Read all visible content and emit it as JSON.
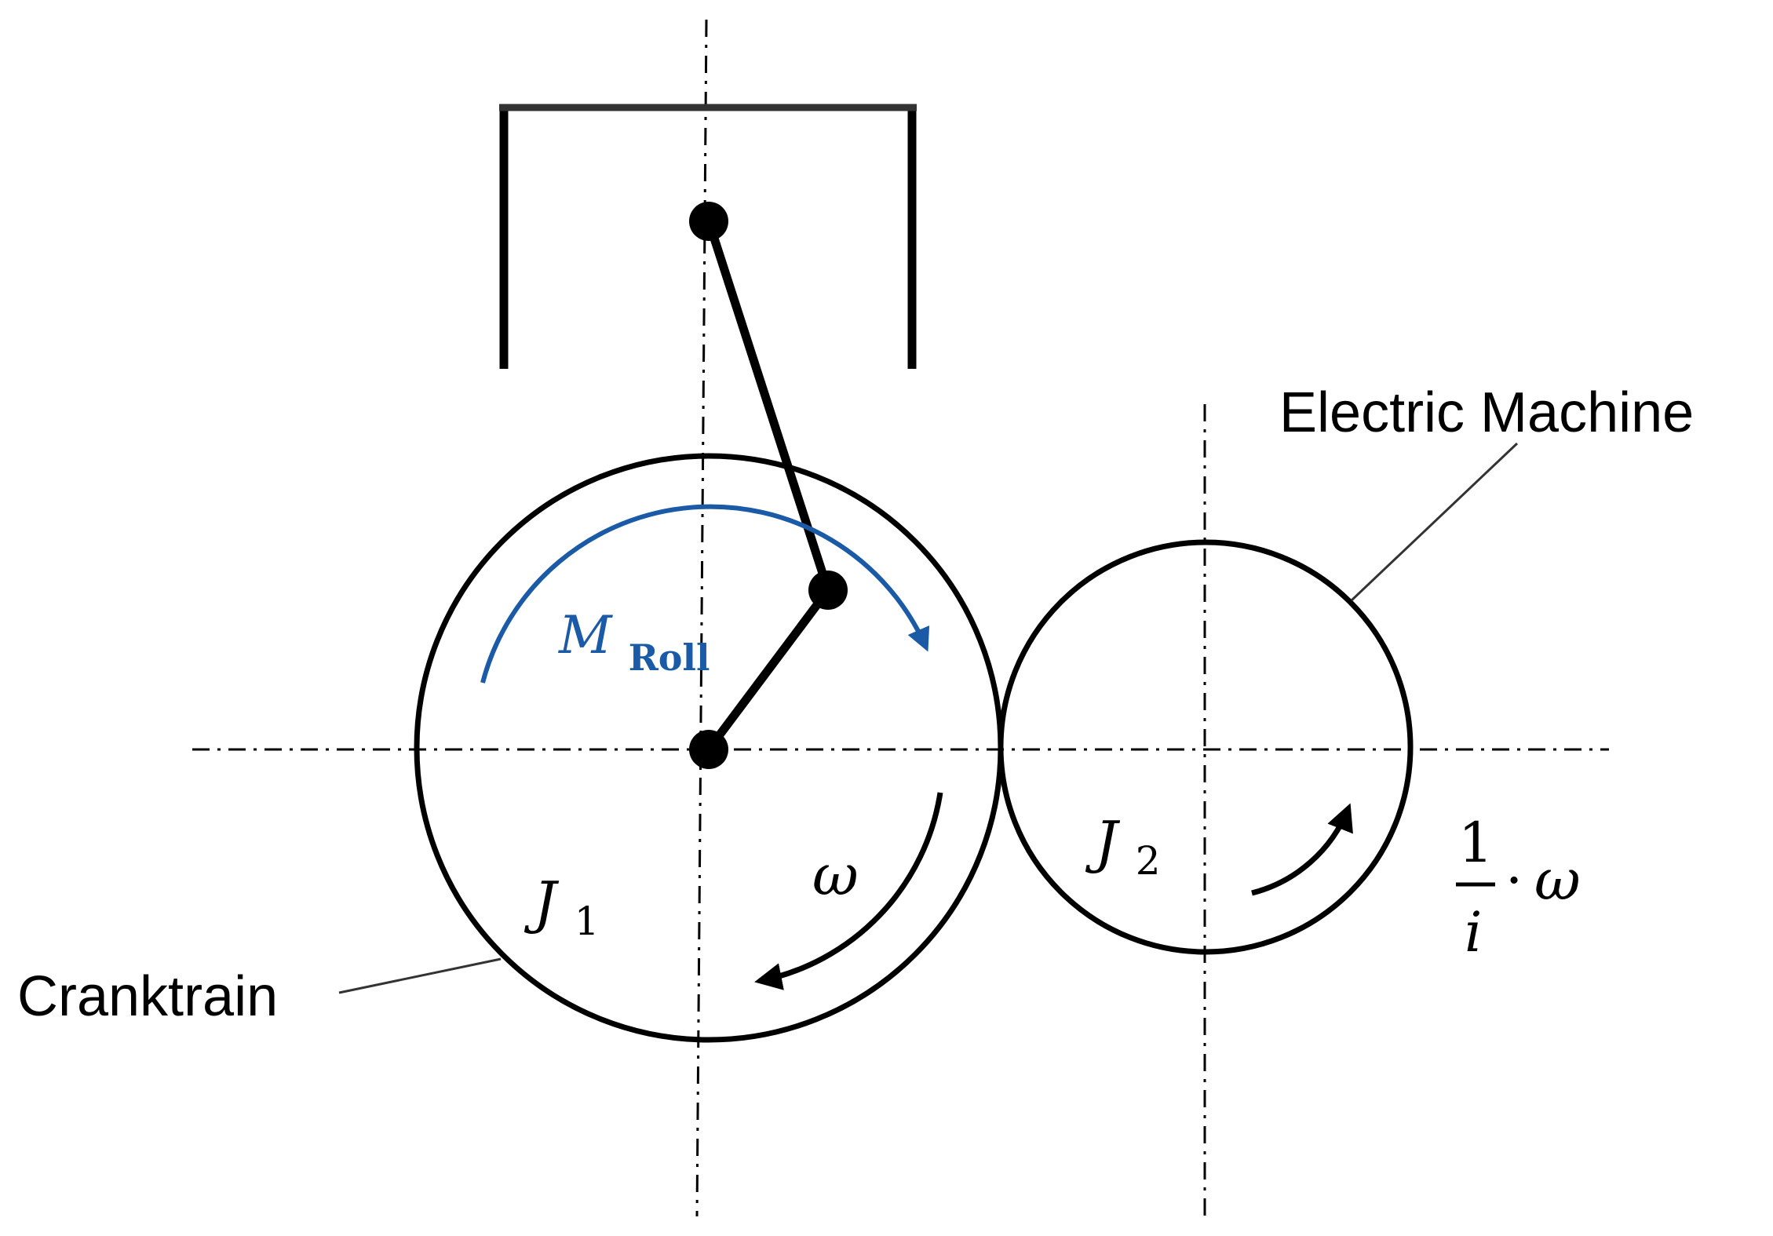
{
  "labels": {
    "electric_machine": "Electric Machine",
    "cranktrain": "Cranktrain",
    "inertia_1": "J",
    "inertia_1_sub": "1",
    "inertia_2": "J",
    "inertia_2_sub": "2",
    "torque_symbol": "M",
    "torque_sub": "Roll",
    "omega": "ω",
    "ratio_numerator": "1",
    "ratio_denominator": "i",
    "ratio_dot": "·",
    "ratio_omega": "ω"
  },
  "colors": {
    "line": "#000000",
    "torque": "#1a5aa6",
    "leader": "#333333",
    "background": "#ffffff"
  }
}
